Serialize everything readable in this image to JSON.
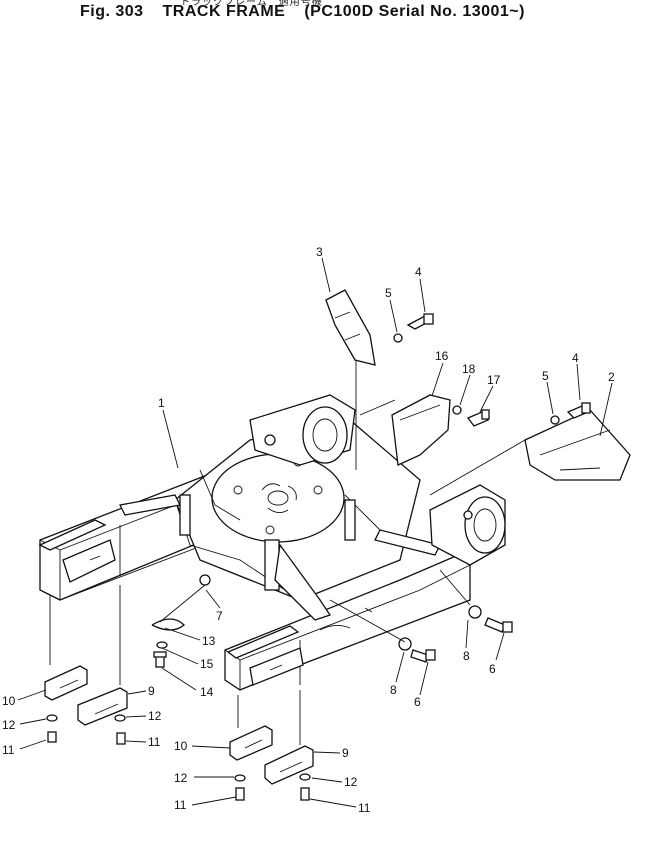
{
  "header": {
    "fig_label": "Fig. 303",
    "title": "TRACK FRAME",
    "subtitle": "(PC100D Serial No. 13001~)",
    "japanese_above": "トラックフレーム　適用号機"
  },
  "callouts": [
    "1",
    "2",
    "3",
    "4",
    "4",
    "5",
    "5",
    "6",
    "6",
    "7",
    "8",
    "8",
    "9",
    "9",
    "10",
    "10",
    "11",
    "11",
    "11",
    "11",
    "12",
    "12",
    "12",
    "12",
    "13",
    "14",
    "15",
    "16",
    "17",
    "18"
  ]
}
